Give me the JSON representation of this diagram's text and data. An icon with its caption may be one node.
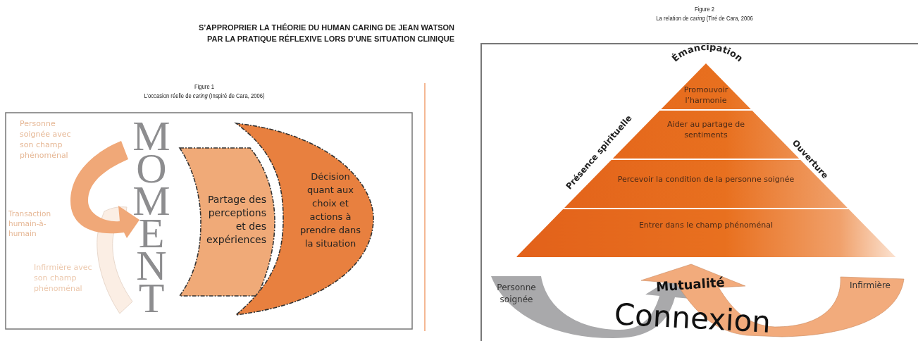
{
  "diagram": {
    "title": "S’APPROPRIER LA THÉORIE DU HUMAN CARING DE JEAN WATSON PAR LA PRATIQUE RÉFLEXIVE  LORS D’UNE SITUATION CLINIQUE",
    "nodes": [
      {
        "text": [
          "Partage des perceptions et des expériences"
        ]
      },
      {
        "text": [
          "Décision quant aux choix et actions à prendre dans la situation"
        ]
      },
      {
        "text": [
          "Promouvoir l’harmonie"
        ],
        "beside": [
          "Émancipation"
        ]
      },
      {
        "text": [
          "Aider au partage de sentiments"
        ]
      },
      {
        "text": [
          "Percevoir la condition de la personne soignée"
        ]
      },
      {
        "text": [
          "Entrer dans le champ phénoménal"
        ]
      }
    ],
    "labels": [
      "Figure 1",
      "L’occasion réelle de *caring* (Inspiré de Cara, 2006)",
      "Personne soignée avec son champ phénoménal",
      "Transaction humain-à-humain",
      "Infirmière avec son champ phénoménal",
      "MOMENT",
      "Figure 2",
      "La relation de *caring* (Tiré de Cara, 2006",
      "Présence spirituelle",
      "Ouverture",
      "Personne soignée",
      "Mutualité",
      "Infirmière",
      "Connexion"
    ]
  }
}
